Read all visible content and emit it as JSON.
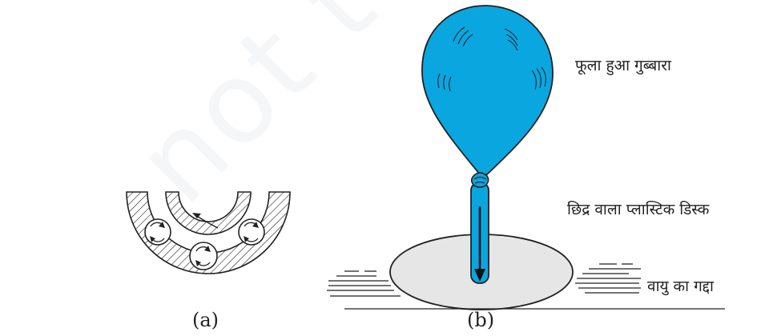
{
  "watermark": {
    "text": "not to be"
  },
  "figure_a": {
    "caption": "(a)",
    "name": "ball-bearing"
  },
  "figure_b": {
    "caption": "(b)",
    "labels": {
      "balloon": "फूला हुआ गुब्बारा",
      "disc": "छिद्र वाला प्लास्टिक डिस्क",
      "air_cushion": "वायु का गद्दा"
    }
  },
  "colors": {
    "balloon": "#0aa6e0",
    "disc": "#e6e6e6",
    "line": "#222222"
  }
}
